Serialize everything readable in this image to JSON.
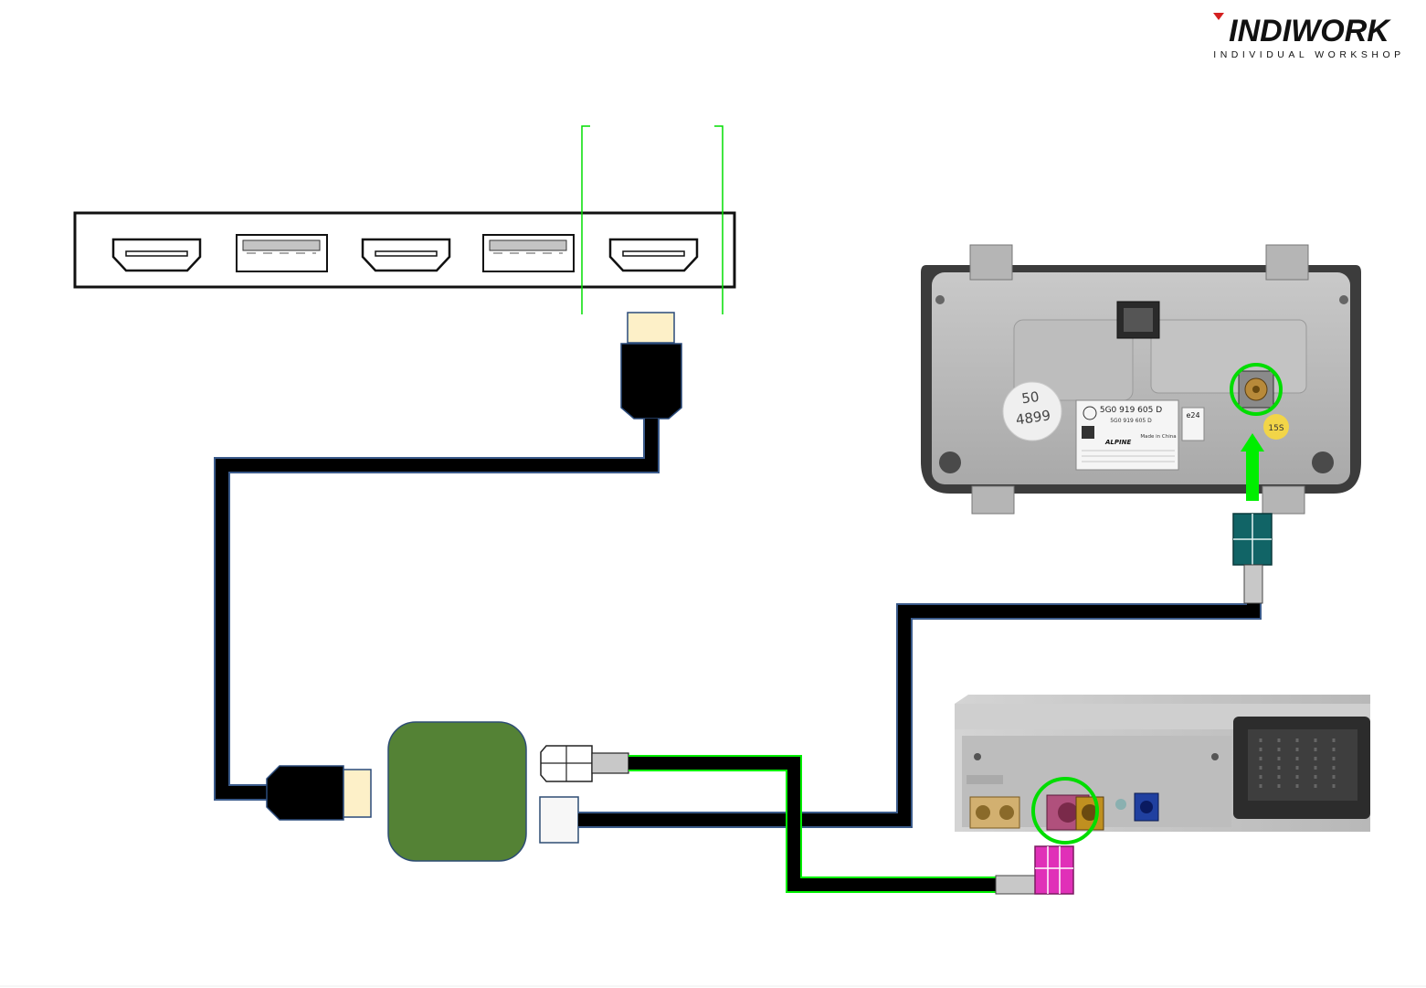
{
  "brand": {
    "name": "INDIWORK",
    "tagline": "INDIVIDUAL WORKSHOP"
  },
  "port_panel": {
    "ports": [
      "hdmi-port",
      "usb-port",
      "hdmi-port",
      "usb-port",
      "hdmi-port"
    ],
    "highlighted_port_index": 4
  },
  "display_unit": {
    "label_part_number": "5G0 919 605 D",
    "label_part_number_2": "5G0 919 605 D",
    "label_brand": "ALPINE",
    "label_made_in": "Made in China",
    "label_e_mark": "e24",
    "handwritten_note": "50\n4899",
    "sticker_text": "15S"
  },
  "colors": {
    "cable": "#000000",
    "cable_outline": "#3a5a8a",
    "highlight_green": "#00ee00",
    "adapter_box": "#548235",
    "hdmi_tip": "#fdf0c8",
    "fakra_teal": "#116466",
    "fakra_magenta": "#e030b8"
  }
}
